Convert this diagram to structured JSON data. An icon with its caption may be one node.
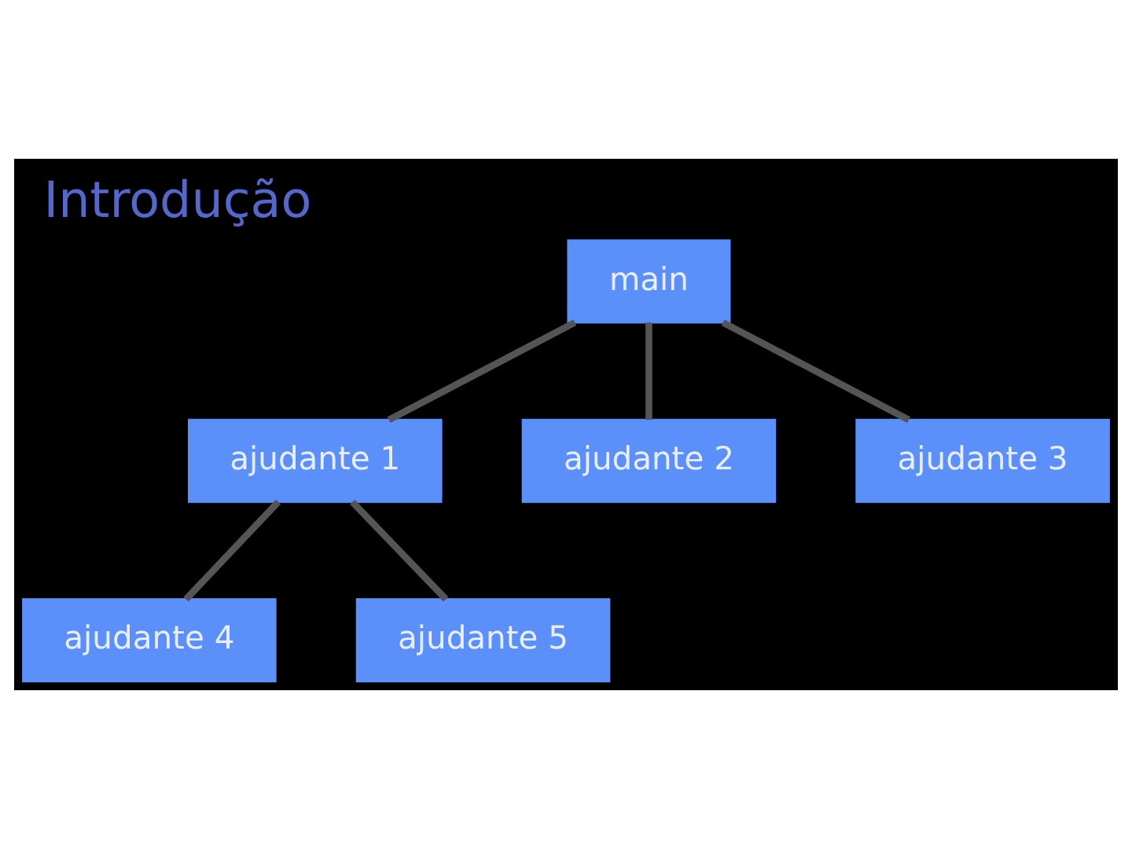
{
  "diagram": {
    "title": "Introdução",
    "nodes": [
      {
        "text": [
          "main"
        ]
      },
      {
        "text": [
          "ajudante 1"
        ]
      },
      {
        "text": [
          "ajudante 2"
        ]
      },
      {
        "text": [
          "ajudante 3"
        ]
      },
      {
        "text": [
          "ajudante 4"
        ]
      },
      {
        "text": [
          "ajudante 5"
        ]
      }
    ],
    "edges": [
      {
        "from": 0,
        "to": 1,
        "arrow": "none"
      },
      {
        "from": 0,
        "to": 2,
        "arrow": "none"
      },
      {
        "from": 0,
        "to": 3,
        "arrow": "none"
      },
      {
        "from": 1,
        "to": 4,
        "arrow": "none"
      },
      {
        "from": 1,
        "to": 5,
        "arrow": "none"
      }
    ]
  }
}
